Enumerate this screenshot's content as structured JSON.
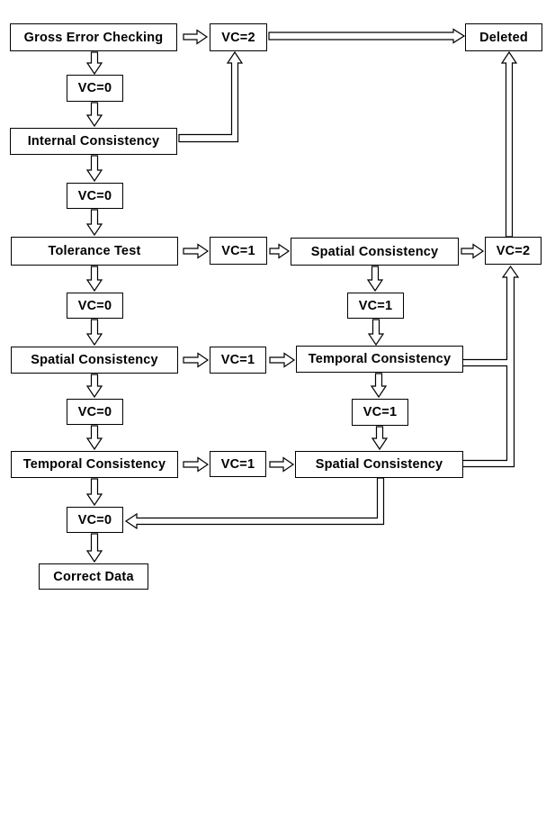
{
  "diagram": {
    "background_color": "#ffffff",
    "line_color": "#000000",
    "box_fill_color": "#ffffff",
    "text_color": "#000000",
    "nodes": [
      {
        "id": "gross-error-checking",
        "label": "Gross Error Checking"
      },
      {
        "id": "vc2-top",
        "label": "VC=2"
      },
      {
        "id": "deleted",
        "label": "Deleted"
      },
      {
        "id": "vc0-a",
        "label": "VC=0"
      },
      {
        "id": "internal-consistency",
        "label": "Internal Consistency"
      },
      {
        "id": "vc0-b",
        "label": "VC=0"
      },
      {
        "id": "tolerance-test",
        "label": "Tolerance Test"
      },
      {
        "id": "vc1-a",
        "label": "VC=1"
      },
      {
        "id": "spatial-consistency-1",
        "label": "Spatial Consistency"
      },
      {
        "id": "vc2-right",
        "label": "VC=2"
      },
      {
        "id": "vc0-c",
        "label": "VC=0"
      },
      {
        "id": "vc1-r1",
        "label": "VC=1"
      },
      {
        "id": "spatial-consistency-2",
        "label": "Spatial Consistency"
      },
      {
        "id": "vc1-b",
        "label": "VC=1"
      },
      {
        "id": "temporal-consistency-r",
        "label": "Temporal Consistency"
      },
      {
        "id": "vc0-d",
        "label": "VC=0"
      },
      {
        "id": "vc1-r2",
        "label": "VC=1"
      },
      {
        "id": "temporal-consistency-l",
        "label": "Temporal Consistency"
      },
      {
        "id": "vc1-c",
        "label": "VC=1"
      },
      {
        "id": "spatial-consistency-3",
        "label": "Spatial Consistency"
      },
      {
        "id": "vc0-e",
        "label": "VC=0"
      },
      {
        "id": "correct-data",
        "label": "Correct Data"
      }
    ],
    "edges": [
      "Gross Error Checking -> VC=2 (top)",
      "VC=2 (top) -> Deleted",
      "Gross Error Checking -> VC=0 -> Internal Consistency",
      "Internal Consistency -> VC=2 (top)",
      "Internal Consistency -> VC=0 -> Tolerance Test",
      "Tolerance Test -> VC=1 -> Spatial Consistency (right upper)",
      "Spatial Consistency (right upper) -> VC=2 (right)",
      "VC=2 (right) -> Deleted",
      "Spatial Consistency (right upper) -> VC=1 -> Temporal Consistency (right)",
      "Tolerance Test -> VC=0 -> Spatial Consistency (left)",
      "Spatial Consistency (left) -> VC=1 -> Temporal Consistency (right)",
      "Temporal Consistency (right) -> VC=2 (right)",
      "Temporal Consistency (right) -> VC=1 -> Spatial Consistency (right lower)",
      "Spatial Consistency (left) -> VC=0 -> Temporal Consistency (left)",
      "Temporal Consistency (left) -> VC=1 -> Spatial Consistency (right lower)",
      "Spatial Consistency (right lower) -> VC=2 (right)",
      "Spatial Consistency (right lower) -> VC=0 (bottom)",
      "Temporal Consistency (left) -> VC=0 -> Correct Data"
    ]
  }
}
